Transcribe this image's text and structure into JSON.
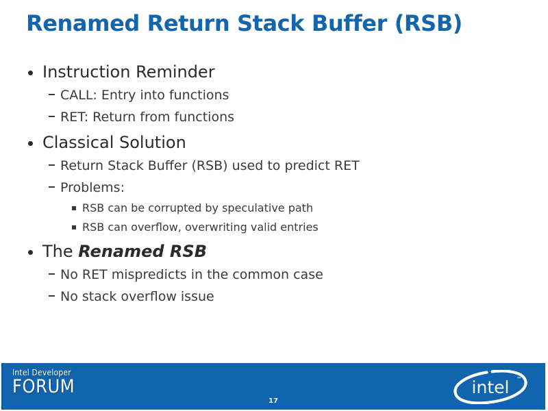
{
  "slide": {
    "title": "Renamed Return Stack Buffer (RSB)",
    "title_color": "#1465ab",
    "body_color": "#333333",
    "background": "#ffffff"
  },
  "content": [
    {
      "level": 1,
      "bullet": "round-bullet",
      "text": "Instruction Reminder"
    },
    {
      "level": 2,
      "bullet": "dash-bullet",
      "text": "CALL: Entry into functions"
    },
    {
      "level": 2,
      "bullet": "dash-bullet",
      "text": "RET: Return from functions"
    },
    {
      "level": 1,
      "bullet": "round-bullet",
      "text": "Classical Solution"
    },
    {
      "level": 2,
      "bullet": "dash-bullet",
      "text": "Return Stack Buffer (RSB) used to predict RET"
    },
    {
      "level": 2,
      "bullet": "dash-bullet",
      "text": "Problems:"
    },
    {
      "level": 3,
      "bullet": "square-bullet",
      "text": "RSB can be corrupted by speculative path"
    },
    {
      "level": 3,
      "bullet": "square-bullet",
      "text": "RSB can overflow, overwriting valid entries"
    },
    {
      "level": 1,
      "bullet": "round-bullet",
      "text_plain": "The ",
      "text_emphasis": "Renamed RSB"
    },
    {
      "level": 2,
      "bullet": "dash-bullet",
      "text": "No RET mispredicts in the common case"
    },
    {
      "level": 2,
      "bullet": "dash-bullet",
      "text": "No stack overflow issue"
    }
  ],
  "footer": {
    "bar_color": "#1065ae",
    "idf_logo_line1": "Intel Developer",
    "idf_logo_line2": "FORUM",
    "page_number": "17",
    "brand_logo_text": "intel",
    "brand_logo_trademark": "™"
  }
}
